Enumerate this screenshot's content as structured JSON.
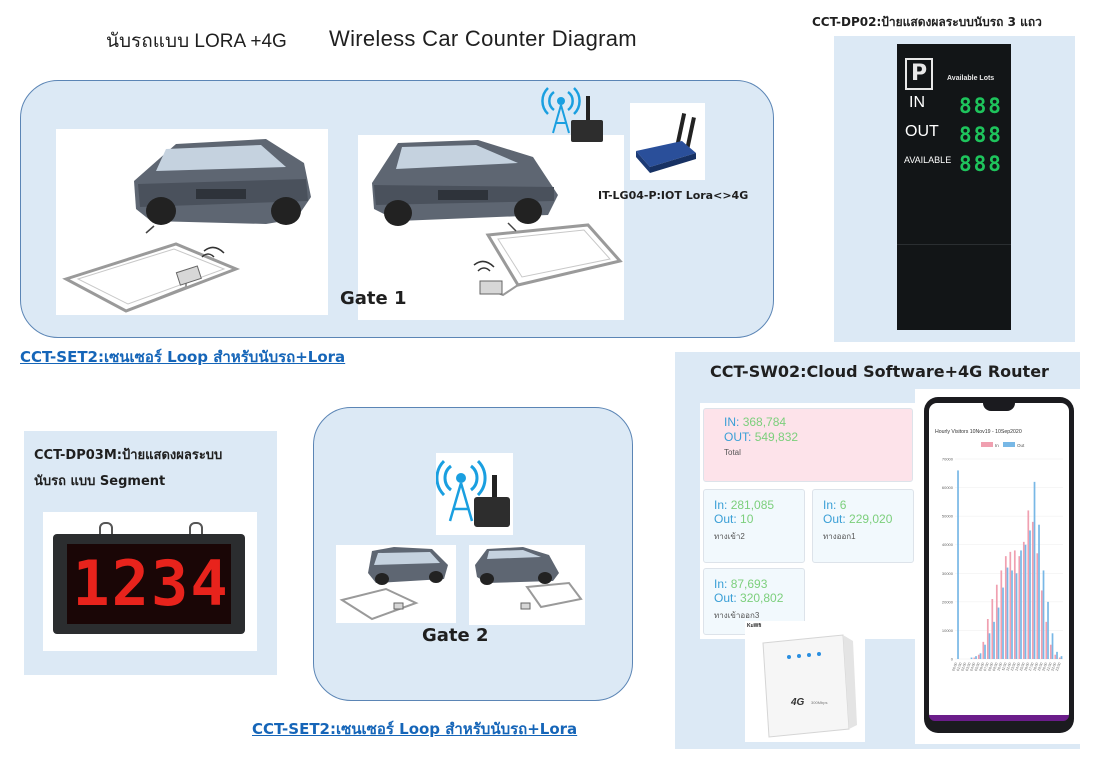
{
  "header": {
    "subtitle": "นับรถแบบ LORA +4G",
    "title": "Wireless  Car Counter  Diagram"
  },
  "gate1": {
    "label": "Gate 1",
    "gateway_label": "IT-LG04-P:IOT Lora<>4G",
    "link_label": "CCT-SET2:เซนเซอร์ Loop  สำหรับนับรถ+Lora"
  },
  "gate2": {
    "label": "Gate 2",
    "link_label": "CCT-SET2:เซนเซอร์ Loop  สำหรับนับรถ+Lora"
  },
  "dp02": {
    "title": "CCT-DP02:ป้ายแสดงผลระบบนับรถ 3 แถว",
    "header_text": "Available Lots",
    "rows": [
      {
        "label": "IN",
        "value": "888"
      },
      {
        "label": "OUT",
        "value": "888"
      },
      {
        "label": "AVAILABLE",
        "value": "888"
      }
    ]
  },
  "dp03m": {
    "title_line1": "CCT-DP03M:ป้ายแสดงผลระบบ",
    "title_line2": "นับรถ แบบ Segment",
    "digits": "1234"
  },
  "sw02": {
    "title": "CCT-SW02:Cloud Software+4G Router",
    "total_card": {
      "in": "368,784",
      "out": "549,832",
      "name": "Total"
    },
    "cards": [
      {
        "in": "281,085",
        "out": "10",
        "name": "ทางเข้า2"
      },
      {
        "in": "6",
        "out": "229,020",
        "name": "ทางออก1"
      },
      {
        "in": "87,693",
        "out": "320,802",
        "name": "ทางเข้าออก3"
      }
    ],
    "in_prefix": "In:",
    "out_prefix": "Out:",
    "total_in_prefix": "IN:",
    "total_out_prefix": "OUT:",
    "router_brand": "KuWfi",
    "router_model": "4G",
    "router_sub": "300Mbps"
  },
  "phone_chart": {
    "title": "Hourly Visitors 10Nov19 - 10Sep2020",
    "legend": [
      "In",
      "Out"
    ],
    "y_ticks": [
      "70000",
      "60000",
      "50000",
      "40000",
      "30000",
      "20000",
      "10000",
      "0"
    ]
  },
  "chart_data": {
    "type": "bar",
    "title": "Hourly Visitors 10Nov19 - 10Sep2020",
    "ylim": [
      0,
      70000
    ],
    "legend_placement": "top",
    "categories": [
      "00:00",
      "01:00",
      "02:00",
      "03:00",
      "04:00",
      "05:00",
      "06:00",
      "07:00",
      "08:00",
      "09:00",
      "10:00",
      "11:00",
      "12:00",
      "13:00",
      "14:00",
      "15:00",
      "16:00",
      "17:00",
      "18:00",
      "19:00",
      "20:00",
      "21:00",
      "22:00",
      "23:00"
    ],
    "series": [
      {
        "name": "In",
        "color": "#f0a0b0",
        "values": [
          0,
          0,
          0,
          0,
          500,
          1500,
          6000,
          14000,
          21000,
          26000,
          31000,
          36000,
          37500,
          38000,
          36000,
          41000,
          52000,
          48000,
          37000,
          24000,
          13000,
          5000,
          1500,
          500
        ]
      },
      {
        "name": "Out",
        "color": "#78b8e6",
        "values": [
          66000,
          0,
          0,
          500,
          1000,
          2000,
          5000,
          9000,
          13000,
          18000,
          25000,
          32000,
          31000,
          30000,
          38000,
          40000,
          45000,
          62000,
          47000,
          31000,
          20000,
          9000,
          2500,
          1000
        ]
      }
    ]
  }
}
